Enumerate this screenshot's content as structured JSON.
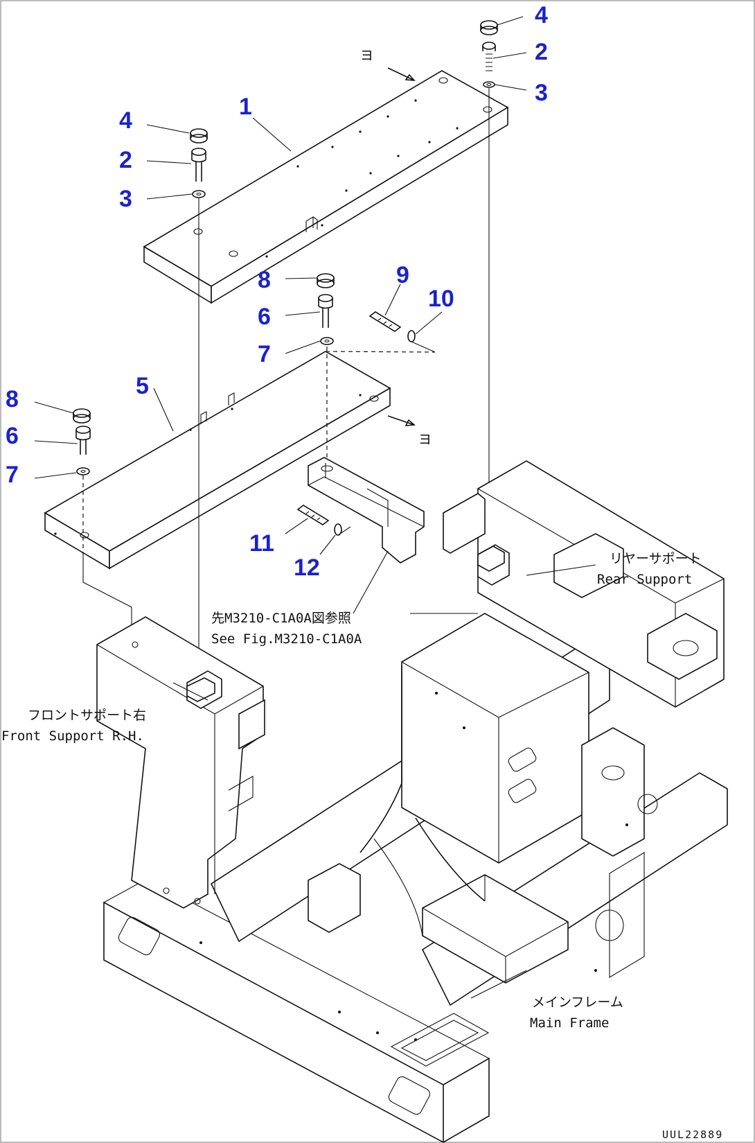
{
  "callouts": {
    "c1": "1",
    "c2a": "2",
    "c2b": "2",
    "c3a": "3",
    "c3b": "3",
    "c4a": "4",
    "c4b": "4",
    "c5": "5",
    "c6a": "6",
    "c6b": "6",
    "c7a": "7",
    "c7b": "7",
    "c8a": "8",
    "c8b": "8",
    "c9": "9",
    "c10": "10",
    "c11": "11",
    "c12": "12"
  },
  "view_marks": {
    "top": "ヨ",
    "mid": "ヨ"
  },
  "labels": {
    "rear_support_jp": "リヤーサポート",
    "rear_support_en": "Rear Support",
    "see_fig_jp": "先M3210-C1A0A図参照",
    "see_fig_en": "See Fig.M3210-C1A0A",
    "front_support_jp": "フロントサポート右",
    "front_support_en": "Front Support R.H.",
    "main_frame_jp": "メインフレーム",
    "main_frame_en": "Main Frame"
  },
  "drawing_code": "UUL22889",
  "colors": {
    "callout": "#1a22cc",
    "line": "#111111"
  }
}
